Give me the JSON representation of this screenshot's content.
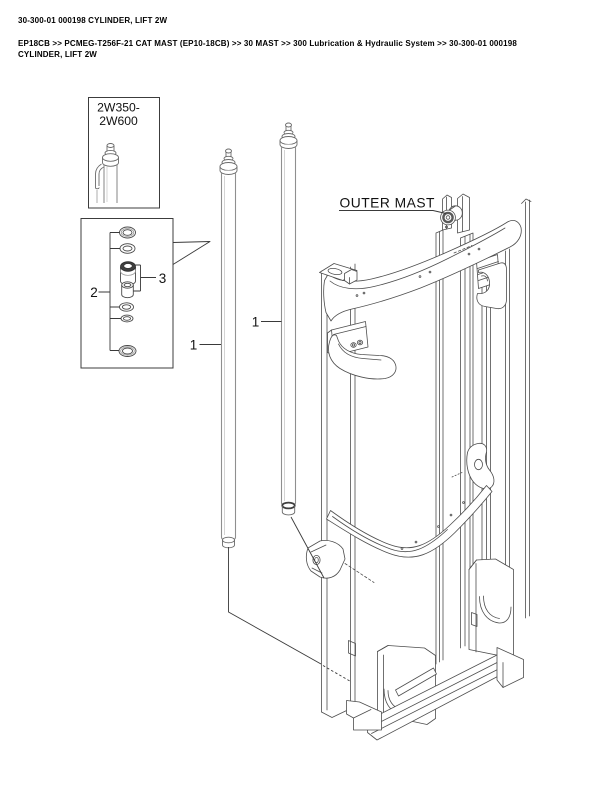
{
  "page": {
    "title": "30-300-01 000198 CYLINDER, LIFT 2W",
    "breadcrumb_line1": "EP18CB >> PCMEG-T256F-21 CAT MAST (EP10-18CB) >> 30 MAST >> 300 Lubrication & Hydraulic System >> 30-300-01 000198",
    "breadcrumb_line2": "CYLINDER, LIFT 2W"
  },
  "diagram": {
    "serial_range": {
      "line1": "2W350-",
      "line2": "2W600"
    },
    "callouts": {
      "cylinder_left": "1",
      "cylinder_right": "1",
      "seal_kit": "2",
      "seal_subkit": "3"
    },
    "annotations": {
      "outer_mast": "OUTER MAST"
    }
  },
  "colors": {
    "background": "#ffffff",
    "text": "#000000",
    "drawing_line": "#4d4d4d",
    "cylinder_line": "#8f8f8f",
    "leader_line": "#3a3a3a"
  }
}
